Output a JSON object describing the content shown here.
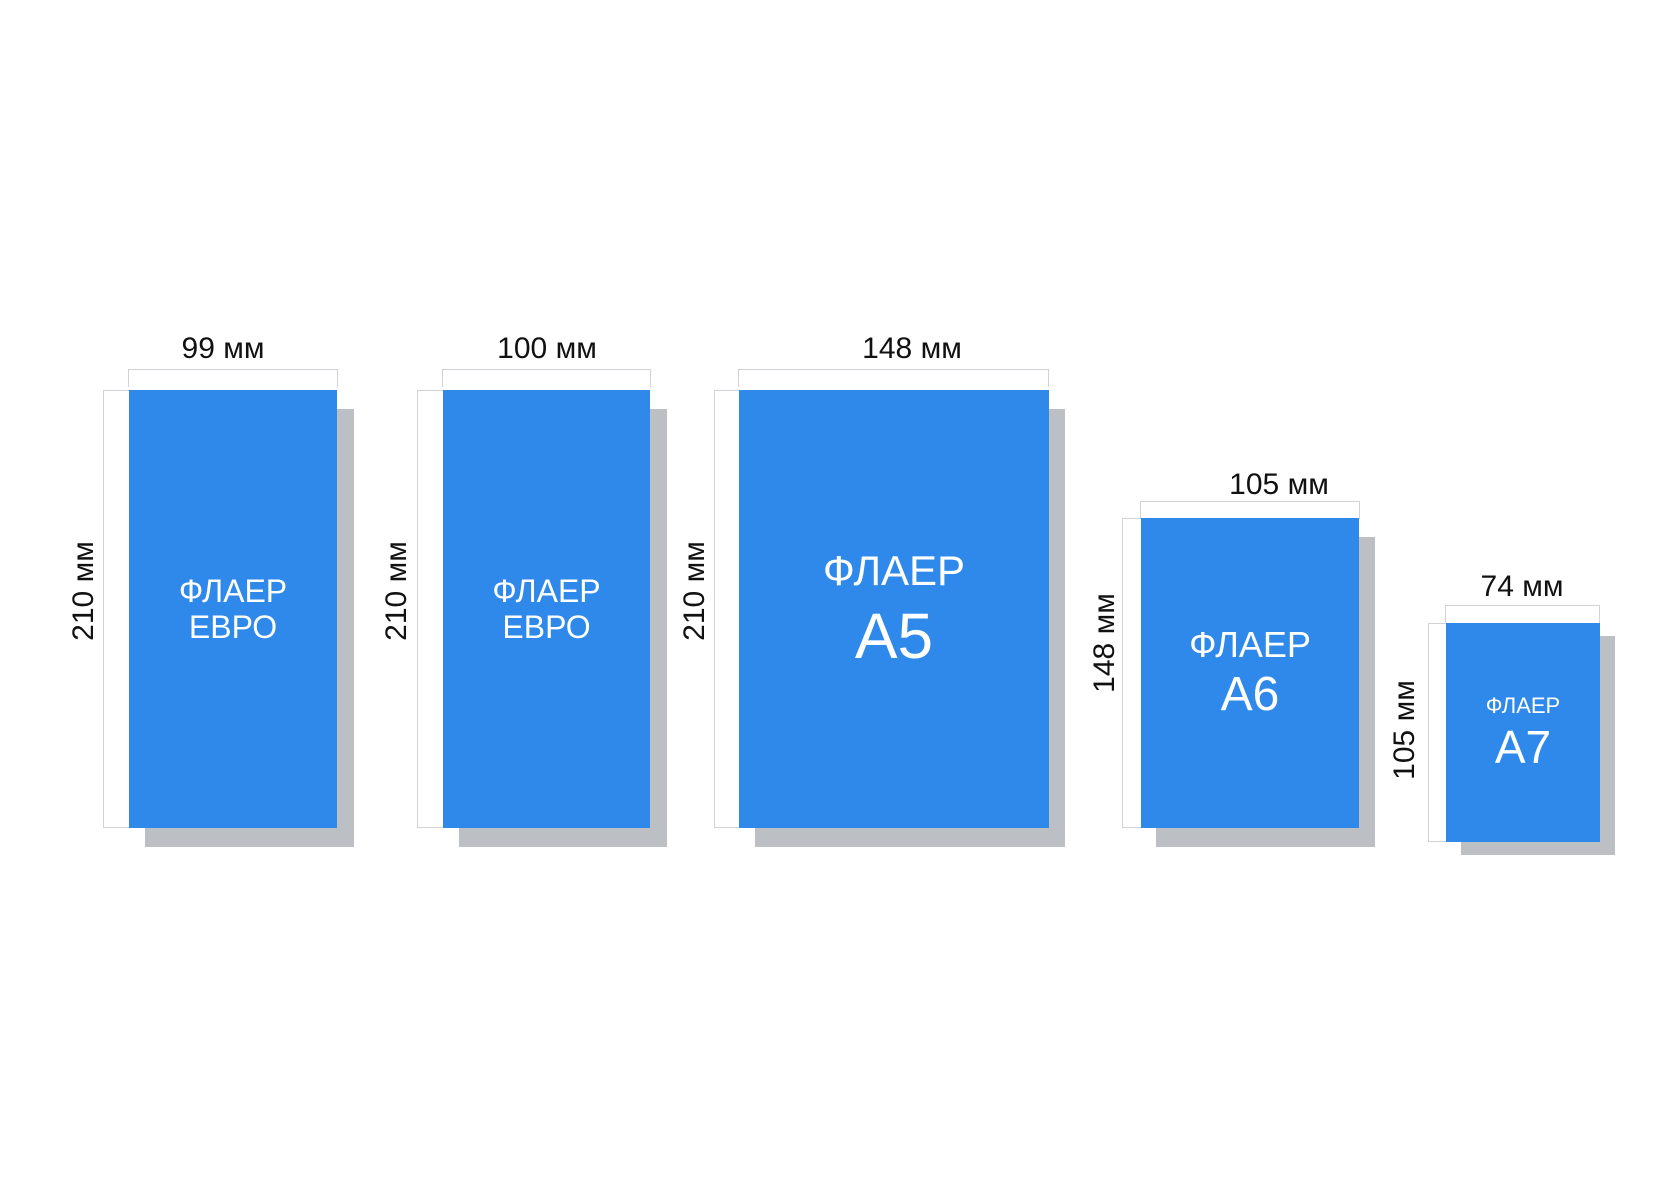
{
  "colors": {
    "card": "#2f89ea",
    "shadow": "#bcc0c4",
    "dim_line": "#cfd3d7",
    "text": "#111111",
    "label": "#ffffff"
  },
  "flyers": [
    {
      "id": "euro-1",
      "width_label": "99 мм",
      "height_label": "210 мм",
      "line1": "ФЛАЕР",
      "line2": "ЕВРО"
    },
    {
      "id": "euro-2",
      "width_label": "100 мм",
      "height_label": "210 мм",
      "line1": "ФЛАЕР",
      "line2": "ЕВРО"
    },
    {
      "id": "a5",
      "width_label": "148 мм",
      "height_label": "210 мм",
      "line1": "ФЛАЕР",
      "line2": "А5"
    },
    {
      "id": "a6",
      "width_label": "105 мм",
      "height_label": "148 мм",
      "line1": "ФЛАЕР",
      "line2": "А6"
    },
    {
      "id": "a7",
      "width_label": "74 мм",
      "height_label": "105 мм",
      "line1": "ФЛАЕР",
      "line2": "А7"
    }
  ]
}
